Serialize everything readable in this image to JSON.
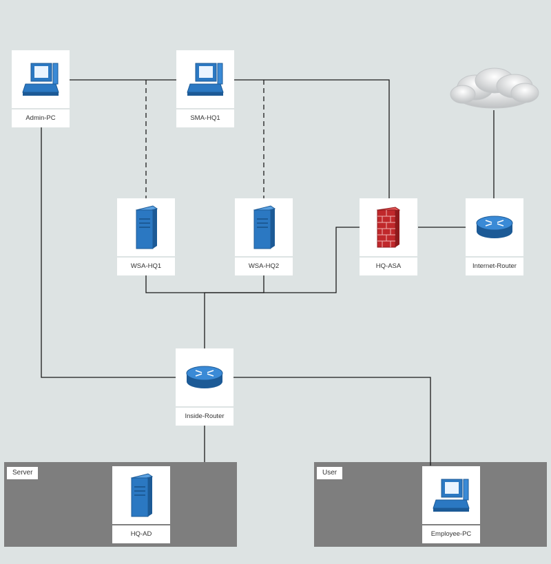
{
  "zones": {
    "server": {
      "label": "Server"
    },
    "user": {
      "label": "User"
    }
  },
  "nodes": {
    "admin_pc": {
      "label": "Admin-PC",
      "icon": "workstation-icon"
    },
    "sma_hq1": {
      "label": "SMA-HQ1",
      "icon": "workstation-icon"
    },
    "wsa_hq1": {
      "label": "WSA-HQ1",
      "icon": "server-icon"
    },
    "wsa_hq2": {
      "label": "WSA-HQ2",
      "icon": "server-icon"
    },
    "hq_asa": {
      "label": "HQ-ASA",
      "icon": "firewall-icon"
    },
    "internet_router": {
      "label": "Internet-Router",
      "icon": "router-icon"
    },
    "inside_router": {
      "label": "Inside-Router",
      "icon": "router-icon"
    },
    "hq_ad": {
      "label": "HQ-AD",
      "icon": "server-icon"
    },
    "employee_pc": {
      "label": "Employee-PC",
      "icon": "workstation-icon"
    }
  },
  "internet": {
    "icon": "cloud-icon"
  },
  "colors": {
    "background": "#dde3e3",
    "zone": "#7e7e7e",
    "device_blue": "#2b78c2",
    "firewall_red": "#c0282b",
    "link": "#1a1a1a"
  }
}
